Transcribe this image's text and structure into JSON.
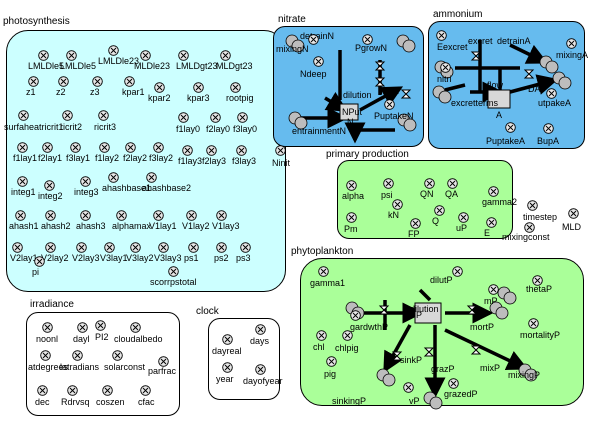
{
  "colors": {
    "photosynthesis_fill": "#ccffff",
    "nitrate_fill": "#66bbee",
    "ammonium_fill": "#66bbee",
    "production_fill": "#aaff99",
    "phytoplankton_fill": "#aaff99",
    "white_fill": "#ffffff",
    "node_fill": "#d8d8d8"
  },
  "panels": {
    "photosynthesis": "photosynthesis",
    "nitrate": "nitrate",
    "ammonium": "ammonium",
    "primary_production": "primary production",
    "phytoplankton": "phytoplankton",
    "irradiance": "irradiance",
    "clock": "clock"
  },
  "photosynthesis_vars": [
    "LMLDle5",
    "LMLDle5",
    "LMLDle23",
    "MLDle23",
    "LMLDgt23",
    "MLDgt23",
    "z1",
    "z2",
    "z3",
    "kpar1",
    "kpar2",
    "kpar3",
    "rootpig",
    "surfaheatricrit1",
    "ricrit2",
    "ricrit3",
    "f1lay0",
    "f2lay0",
    "f3lay0",
    "f1lay1",
    "f2lay1",
    "f3lay1",
    "f1lay2",
    "f2lay2",
    "f3lay2",
    "f1lay3",
    "f2lay3",
    "f3lay3",
    "integ1",
    "integ2",
    "integ3",
    "ahashbase1",
    "ahashbase2",
    "ahash1",
    "ahash2",
    "ahash3",
    "alphamax",
    "V1lay1",
    "V1lay2",
    "V1lay3",
    "V2lay1",
    "V2lay2",
    "V2lay3",
    "V3lay1",
    "V3lay2",
    "V3lay3",
    "ps1",
    "ps2",
    "ps3",
    "pi",
    "scorrpstotal"
  ],
  "ninit": "Ninit",
  "nitrate_labels": [
    "mixingN",
    "detrainN",
    "Ndeep",
    "PgrowN",
    "dilution",
    "mixin",
    "NPut",
    "PuptakeN",
    "entrainmentN",
    "N"
  ],
  "ammonium_labels": [
    "Eexcret",
    "excret",
    "detrainA",
    "mixingA",
    "nitri",
    "flow",
    "excretterms",
    "A",
    "utpakeA",
    "PuptakeA",
    "BupA",
    "DA"
  ],
  "production_vars": [
    "alpha",
    "psi",
    "QN",
    "QA",
    "gamma2",
    "kN",
    "Pm",
    "FP",
    "Q",
    "uP",
    "E"
  ],
  "misc_vars": [
    "timestep",
    "MLD",
    "mixingconst"
  ],
  "phyto_labels": [
    "gamma1",
    "dilutP",
    "thetaP",
    "mP",
    "gardwthP",
    "dilution",
    "mortalityP",
    "mortP",
    "chl",
    "chlpig",
    "sinkP",
    "pig",
    "grazP",
    "mixP",
    "mixingP",
    "sinkingP",
    "vP",
    "grazedP",
    "P"
  ],
  "irradiance_vars": [
    "noonl",
    "dayl",
    "PI2",
    "cloudalbedo",
    "atdegrees",
    "latradians",
    "solarconst",
    "parfrac",
    "dec",
    "Rdrvsq",
    "coszen",
    "cfac"
  ],
  "clock_vars": [
    "dayreal",
    "days",
    "year",
    "dayofyear"
  ]
}
